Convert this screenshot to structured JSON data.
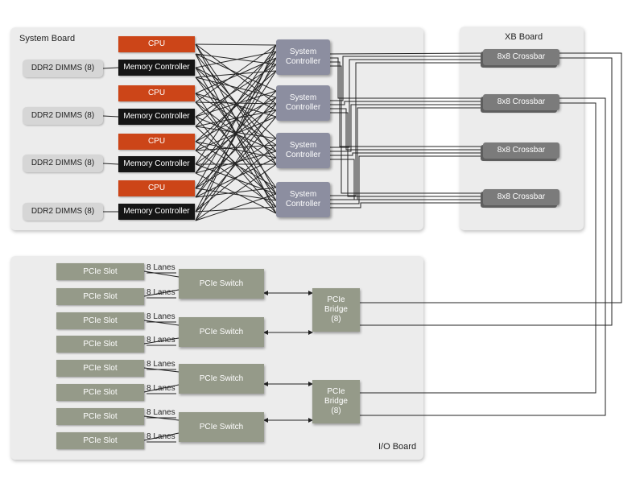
{
  "system_board": {
    "label": "System Board",
    "cpus": [
      "CPU",
      "CPU",
      "CPU",
      "CPU"
    ],
    "memory_controllers": [
      "Memory Controller",
      "Memory Controller",
      "Memory Controller",
      "Memory Controller"
    ],
    "dimms": [
      "DDR2 DIMMS (8)",
      "DDR2 DIMMS (8)",
      "DDR2 DIMMS (8)",
      "DDR2 DIMMS (8)"
    ],
    "system_controllers": [
      "System\nController",
      "System\nController",
      "System\nController",
      "System\nController"
    ]
  },
  "xb_board": {
    "label": "XB Board",
    "crossbars": [
      "8x8 Crossbar",
      "8x8 Crossbar",
      "8x8 Crossbar",
      "8x8 Crossbar"
    ]
  },
  "io_board": {
    "label": "I/O Board",
    "slots": [
      "PCIe Slot",
      "PCIe Slot",
      "PCIe Slot",
      "PCIe Slot",
      "PCIe Slot",
      "PCIe Slot",
      "PCIe Slot",
      "PCIe Slot"
    ],
    "lanes": [
      "8 Lanes",
      "8 Lanes",
      "8 Lanes",
      "8 Lanes",
      "8 Lanes",
      "8 Lanes",
      "8 Lanes",
      "8 Lanes"
    ],
    "switches": [
      "PCIe Switch",
      "PCIe Switch",
      "PCIe Switch",
      "PCIe Switch"
    ],
    "bridges": [
      "PCIe\nBridge\n(8)",
      "PCIe\nBridge\n(8)"
    ]
  },
  "colors": {
    "cpu": "#cc4518",
    "memory_controller": "#151515",
    "system_controller": "#8c8ea0",
    "crossbar": "#7b7b7b",
    "pcie": "#959a89",
    "panel": "#ececec"
  }
}
